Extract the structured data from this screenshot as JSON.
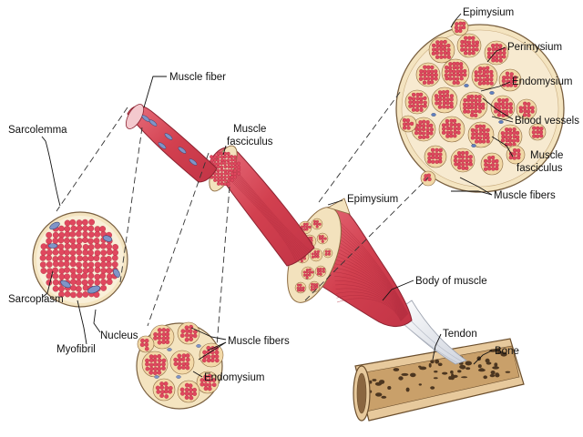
{
  "labels": {
    "muscle_fiber": "Muscle fiber",
    "sarcolemma": "Sarcolemma",
    "sarcoplasm": "Sarcoplasm",
    "nucleus": "Nucleus",
    "myofibril": "Myofibril",
    "muscle_fasciculus_line1": "Muscle",
    "muscle_fasciculus_line2": "fasciculus",
    "muscle_fibers_lower": "Muscle fibers",
    "endomysium_lower": "Endomysium",
    "epimysium_middle": "Epimysium",
    "body_of_muscle": "Body of muscle",
    "tendon": "Tendon",
    "bone": "Bone",
    "epimysium_top": "Epimysium",
    "perimysium": "Perimysium",
    "endomysium_top": "Endomysium",
    "blood_vessels": "Blood vessels",
    "muscle_fasciculus_right_line1": "Muscle",
    "muscle_fasciculus_right_line2": "fasciculus",
    "muscle_fibers_right": "Muscle fibers"
  },
  "colors": {
    "muscle_red": "#d8485a",
    "fibril_pink": "#e8566b",
    "tissue_cream": "#f4e4c0",
    "nucleus_blue": "#7f95c8",
    "tendon_white": "#eef0f4",
    "bone_tan": "#d9b98a"
  }
}
